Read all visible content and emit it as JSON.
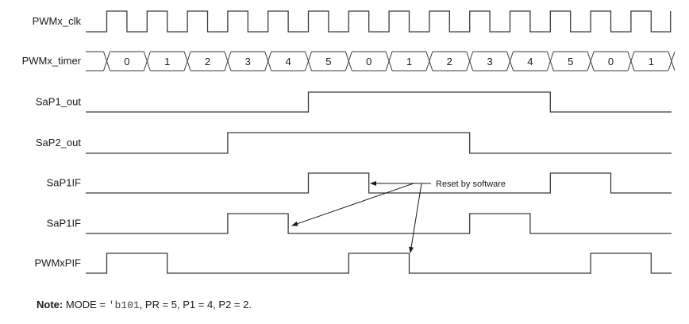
{
  "diagram": {
    "type": "timing-diagram",
    "clock_periods": 14,
    "signals": [
      {
        "name": "PWMx_clk",
        "kind": "clock"
      },
      {
        "name": "PWMx_timer",
        "kind": "bus",
        "values": [
          "0",
          "1",
          "2",
          "3",
          "4",
          "5",
          "0",
          "1",
          "2",
          "3",
          "4",
          "5",
          "0",
          "1"
        ]
      },
      {
        "name": "SaP1_out",
        "kind": "digital",
        "transitions": [
          [
            0,
            0
          ],
          [
            5,
            1
          ],
          [
            11,
            0
          ]
        ]
      },
      {
        "name": "SaP2_out",
        "kind": "digital",
        "transitions": [
          [
            0,
            0
          ],
          [
            3,
            1
          ],
          [
            9,
            0
          ]
        ]
      },
      {
        "name": "SaP1IF",
        "kind": "digital",
        "transitions": [
          [
            0,
            0
          ],
          [
            5,
            1
          ],
          [
            6.5,
            0
          ],
          [
            11,
            1
          ],
          [
            12.5,
            0
          ]
        ]
      },
      {
        "name": "SaP1IF",
        "kind": "digital",
        "transitions": [
          [
            0,
            0
          ],
          [
            3,
            1
          ],
          [
            4.5,
            0
          ],
          [
            9,
            1
          ],
          [
            10.5,
            0
          ]
        ]
      },
      {
        "name": "PWMxPIF",
        "kind": "digital",
        "transitions": [
          [
            -0.5,
            0
          ],
          [
            0,
            1
          ],
          [
            1.5,
            0
          ],
          [
            6,
            1
          ],
          [
            7.5,
            0
          ],
          [
            12,
            1
          ],
          [
            13.5,
            0
          ]
        ]
      }
    ],
    "callout": {
      "text": "Reset by software",
      "targets": [
        "SaP1IF falling edge (first pulse)",
        "SaP1IF falling edge (second row, first pulse)",
        "PWMxPIF falling edge (second pulse)"
      ]
    }
  },
  "note": {
    "label": "Note:",
    "prefix": "MODE = ",
    "mode_code": "'b101",
    "suffix": ", PR = 5, P1 = 4, P2 = 2."
  }
}
